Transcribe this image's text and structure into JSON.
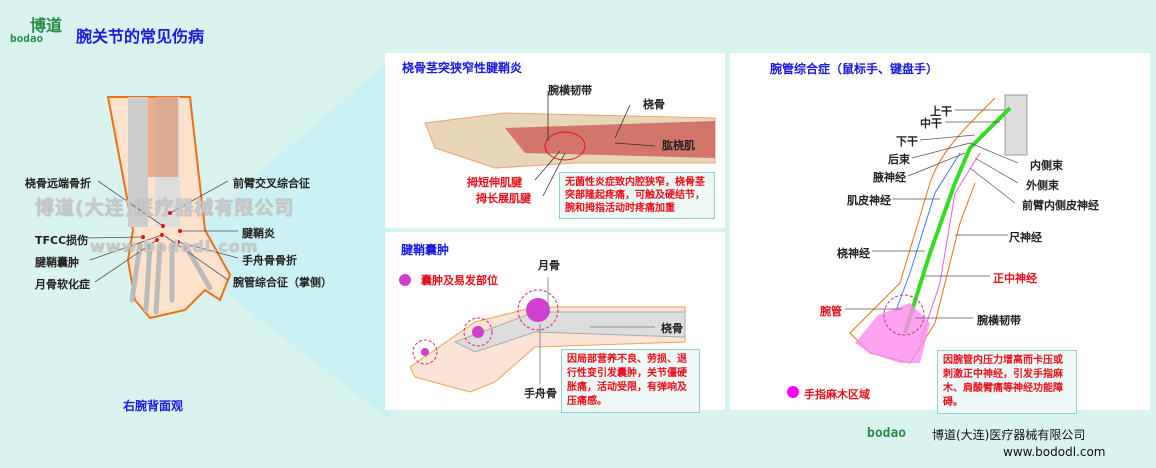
{
  "header": {
    "logo_text": "bodao",
    "logo_char": "博道",
    "title": "腕关节的常见伤病"
  },
  "left": {
    "labels": [
      "桡骨远端骨折",
      "前臂交叉综合征",
      "腱鞘炎",
      "TFCC损伤",
      "手舟骨骨折",
      "腱鞘囊肿",
      "腕管综合征（掌侧）",
      "月骨软化症"
    ],
    "watermark_company": "博道(大连)医疗器械有限公司",
    "watermark_url": "www.bododl.com",
    "caption": "右腕背面观"
  },
  "panel_tenosynovitis": {
    "title": "桡骨茎突狭窄性腱鞘炎",
    "labels": [
      "腕横韧带",
      "桡骨",
      "肱桡肌",
      "拇短伸肌腱",
      "拇长展肌腱"
    ],
    "callout": "无菌性炎症致内腔狭窄，桡骨茎突部隆起疼痛，可触及硬结节，腕和拇指活动时疼痛加重"
  },
  "panel_ganglion": {
    "title": "腱鞘囊肿",
    "legend": "囊肿及易发部位",
    "labels": [
      "月骨",
      "桡骨",
      "手舟骨"
    ],
    "callout": "因局部营养不良、劳损、退行性变引发囊肿，关节僵硬胀痛，活动受限，有弹响及压痛感。"
  },
  "panel_carpal": {
    "title": "腕管综合症（鼠标手、键盘手）",
    "labels": [
      "上干",
      "中干",
      "下干",
      "后束",
      "腋神经",
      "肌皮神经",
      "桡神经",
      "内侧束",
      "外侧束",
      "前臂内侧皮神经",
      "尺神经",
      "正中神经",
      "腕管",
      "腕横韧带"
    ],
    "callout": "因腕管内压力增高而卡压或刺激正中神经，引发手指麻木、肩酸臂痛等神经功能障碍。",
    "legend": "手指麻木区域"
  },
  "footer": {
    "logo_text": "bodao",
    "company": "博道(大连)医疗器械有限公司",
    "url": "www.bododl.com"
  },
  "colors": {
    "background": "#d9f3ef",
    "title": "#1a1ae0",
    "highlight": "#e8101a",
    "cyst": "#d040d0",
    "numb": "#ff00ff",
    "nerve": "#33dd22"
  }
}
